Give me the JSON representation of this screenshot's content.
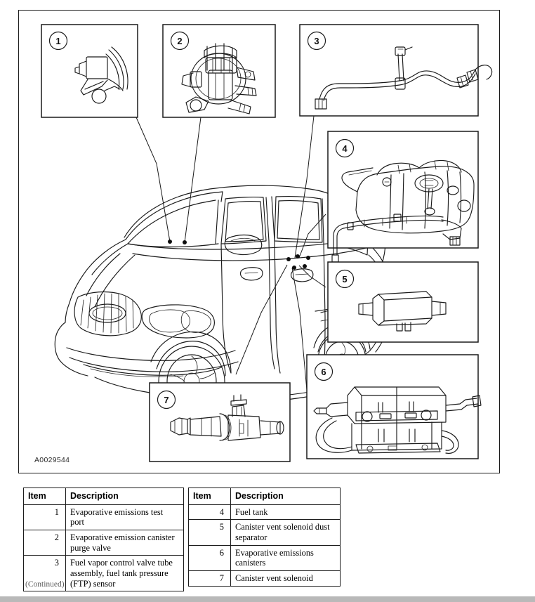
{
  "document": {
    "reference_code": "A0029544",
    "continued_note": "(Continued)"
  },
  "callouts": [
    {
      "number": "1",
      "part": "Evaporative emissions test port"
    },
    {
      "number": "2",
      "part": "Evaporative emission canister purge valve"
    },
    {
      "number": "3",
      "part": "Fuel vapor control valve tube assembly, fuel tank pressure (FTP) sensor"
    },
    {
      "number": "4",
      "part": "Fuel tank"
    },
    {
      "number": "5",
      "part": "Canister vent solenoid dust separator"
    },
    {
      "number": "6",
      "part": "Evaporative emissions canisters"
    },
    {
      "number": "7",
      "part": "Canister vent solenoid"
    }
  ],
  "tables": {
    "left": {
      "headers": {
        "item": "Item",
        "description": "Description"
      },
      "rows": [
        {
          "item": "1",
          "description": "Evaporative emissions test port"
        },
        {
          "item": "2",
          "description": "Evaporative emission canister purge valve"
        },
        {
          "item": "3",
          "description": "Fuel vapor control valve tube assembly, fuel tank pressure (FTP) sensor"
        }
      ]
    },
    "right": {
      "headers": {
        "item": "Item",
        "description": "Description"
      },
      "rows": [
        {
          "item": "4",
          "description": "Fuel tank"
        },
        {
          "item": "5",
          "description": "Canister vent solenoid dust separator"
        },
        {
          "item": "6",
          "description": "Evaporative emissions canisters"
        },
        {
          "item": "7",
          "description": "Canister vent solenoid"
        }
      ]
    }
  },
  "colors": {
    "line": "#1a1a1a",
    "background": "#ffffff",
    "page_edge": "#b9b9b9"
  }
}
